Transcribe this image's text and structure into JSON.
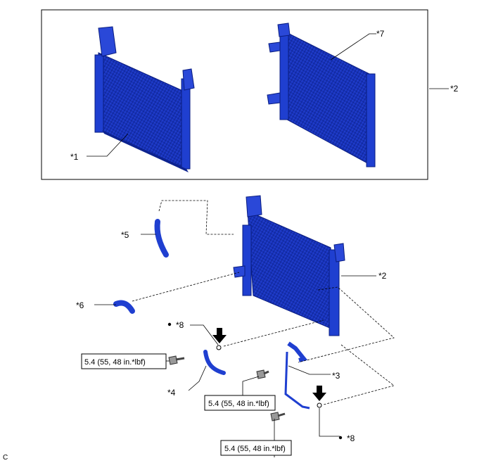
{
  "callouts": {
    "c1": "*1",
    "c2_top": "*2",
    "c2_bottom": "*2",
    "c3": "*3",
    "c4": "*4",
    "c5": "*5",
    "c6": "*6",
    "c7": "*7",
    "c8_top": "*8",
    "c8_bottom": "*8"
  },
  "torque": {
    "t1": "5.4 (55, 48 in.*lbf)",
    "t2": "5.4 (55, 48 in.*lbf)",
    "t3": "5.4 (55, 48 in.*lbf)"
  },
  "corner_label": "C",
  "colors": {
    "part_dark": "#0b1f8f",
    "part_mid": "#1f3fd0",
    "part_light": "#4f6ff0",
    "line": "#000000"
  }
}
